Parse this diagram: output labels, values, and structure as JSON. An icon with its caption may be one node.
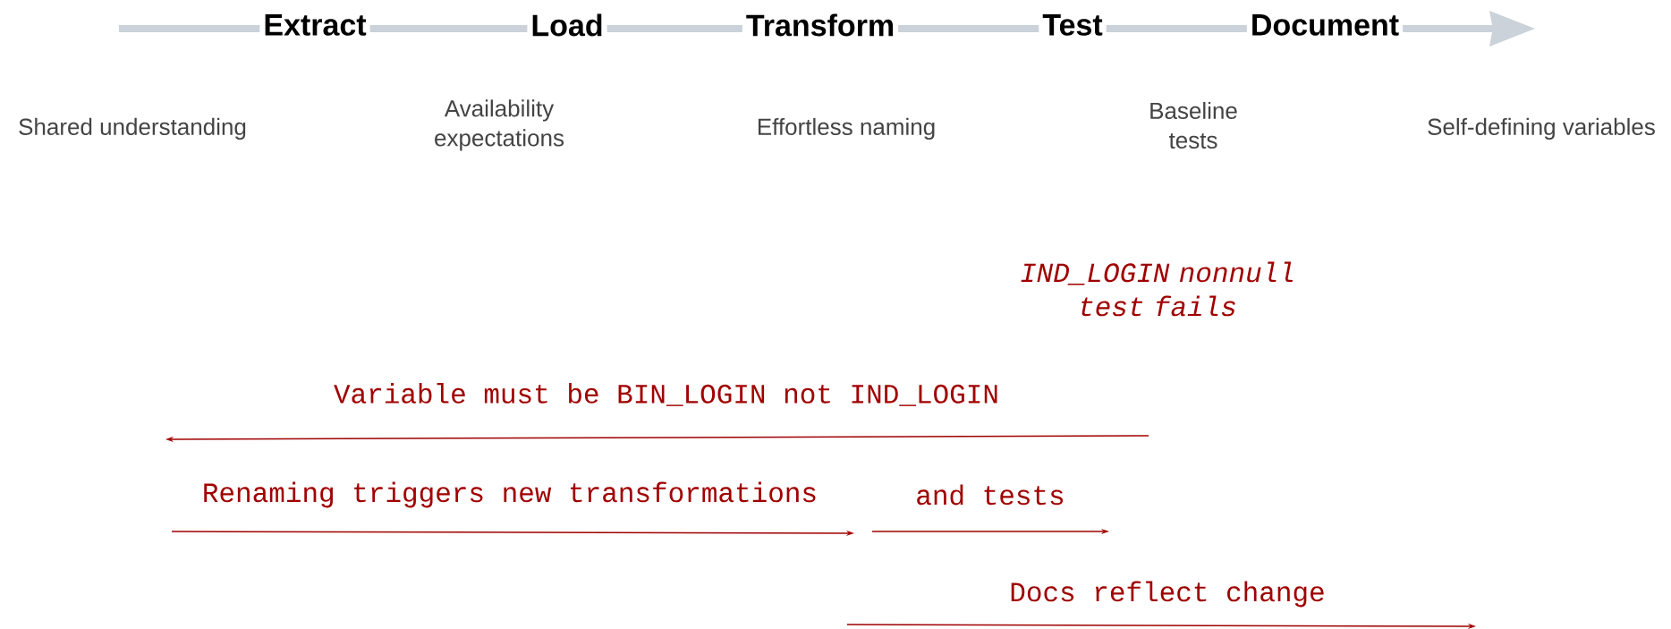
{
  "diagram": {
    "labels": [
      "Extract",
      "Load",
      "Transform",
      "Test",
      "Document",
      "Shared understanding",
      "Availability expectations",
      "Effortless naming",
      "Baseline tests",
      "Self-defining variables",
      "IND_LOGIN nonnull test fails",
      "Variable must be BIN_LOGIN not IND_LOGIN",
      "Renaming triggers new transformations",
      "and tests",
      "Docs reflect change"
    ]
  }
}
